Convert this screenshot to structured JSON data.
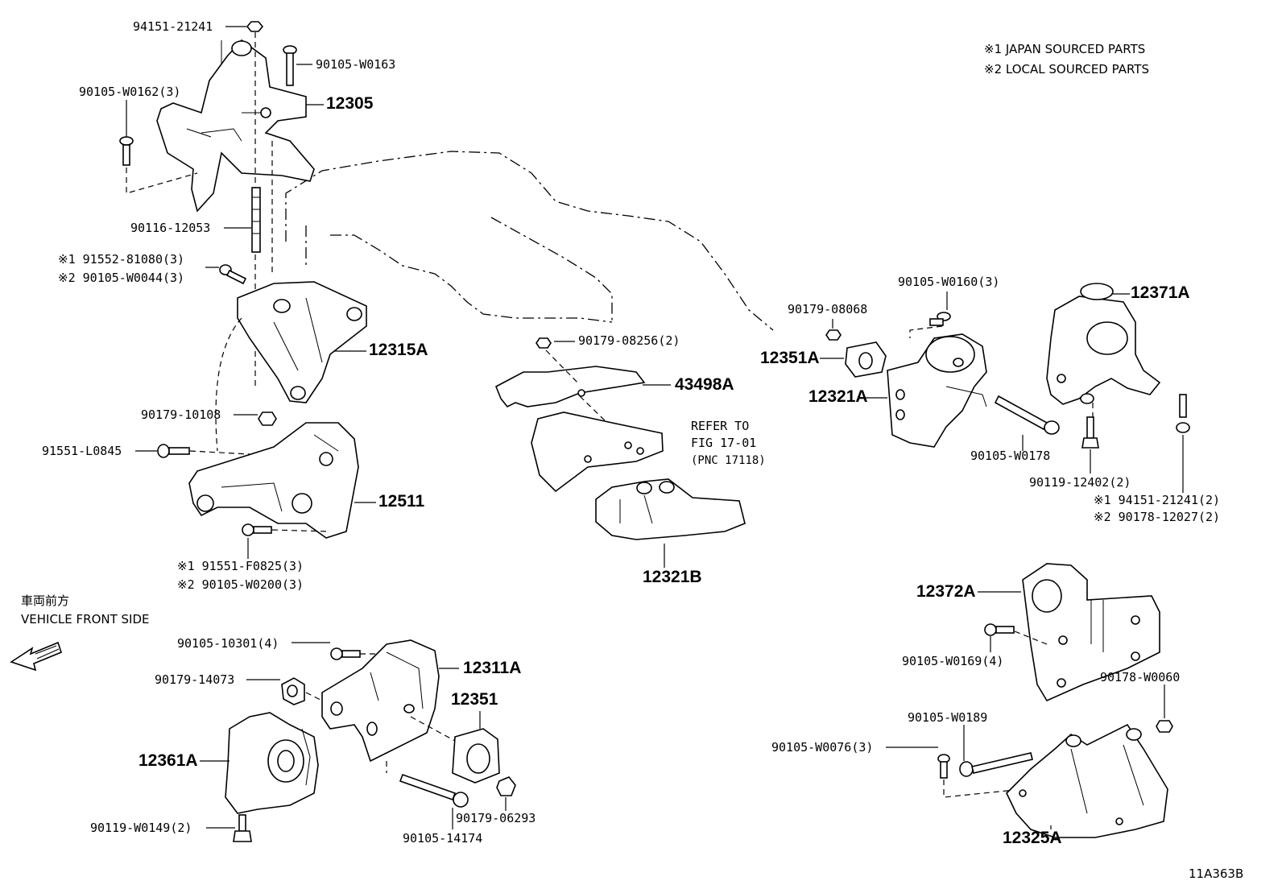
{
  "notes": {
    "japan": "※1  JAPAN SOURCED PARTS",
    "local": "※2  LOCAL SOURCED PARTS",
    "front_jp": "車両前方",
    "front_en": "VEHICLE FRONT SIDE",
    "fig_code": "11A363B",
    "refer_1": "REFER TO",
    "refer_2": "FIG 17-01",
    "refer_3": "(PNC 17118)"
  },
  "parts": {
    "p94151_21241": "94151-21241",
    "p90105_W0163": "90105-W0163",
    "p90105_W0162": "90105-W0162(3)",
    "p12305": "12305",
    "p90116_12053": "90116-12053",
    "p91552_81080": "※1 91552-81080(3)",
    "p90105_W0044": "※2 90105-W0044(3)",
    "p12315A": "12315A",
    "p90179_10108": "90179-10108",
    "p91551_L0845": "91551-L0845",
    "p12511": "12511",
    "p91551_F0825": "※1  91551-F0825(3)",
    "p90105_W0200": "※2  90105-W0200(3)",
    "p90179_08256": "90179-08256(2)",
    "p43498A": "43498A",
    "p12321B": "12321B",
    "p90105_W0160": "90105-W0160(3)",
    "p90179_08068": "90179-08068",
    "p12351A": "12351A",
    "p12321A": "12321A",
    "p12371A": "12371A",
    "p90105_W0178": "90105-W0178",
    "p90119_12402": "90119-12402(2)",
    "p94151_21241_2": "※1 94151-21241(2)",
    "p90178_12027": "※2 90178-12027(2)",
    "p12372A": "12372A",
    "p90105_W0169": "90105-W0169(4)",
    "p90178_W0060": "90178-W0060",
    "p90105_W0189": "90105-W0189",
    "p90105_W0076": "90105-W0076(3)",
    "p12325A": "12325A",
    "p90105_10301": "90105-10301(4)",
    "p12311A": "12311A",
    "p90179_14073": "90179-14073",
    "p12351": "12351",
    "p12361A": "12361A",
    "p90179_06293": "90179-06293",
    "p90119_W0149": "90119-W0149(2)",
    "p90105_14174": "90105-14174"
  }
}
